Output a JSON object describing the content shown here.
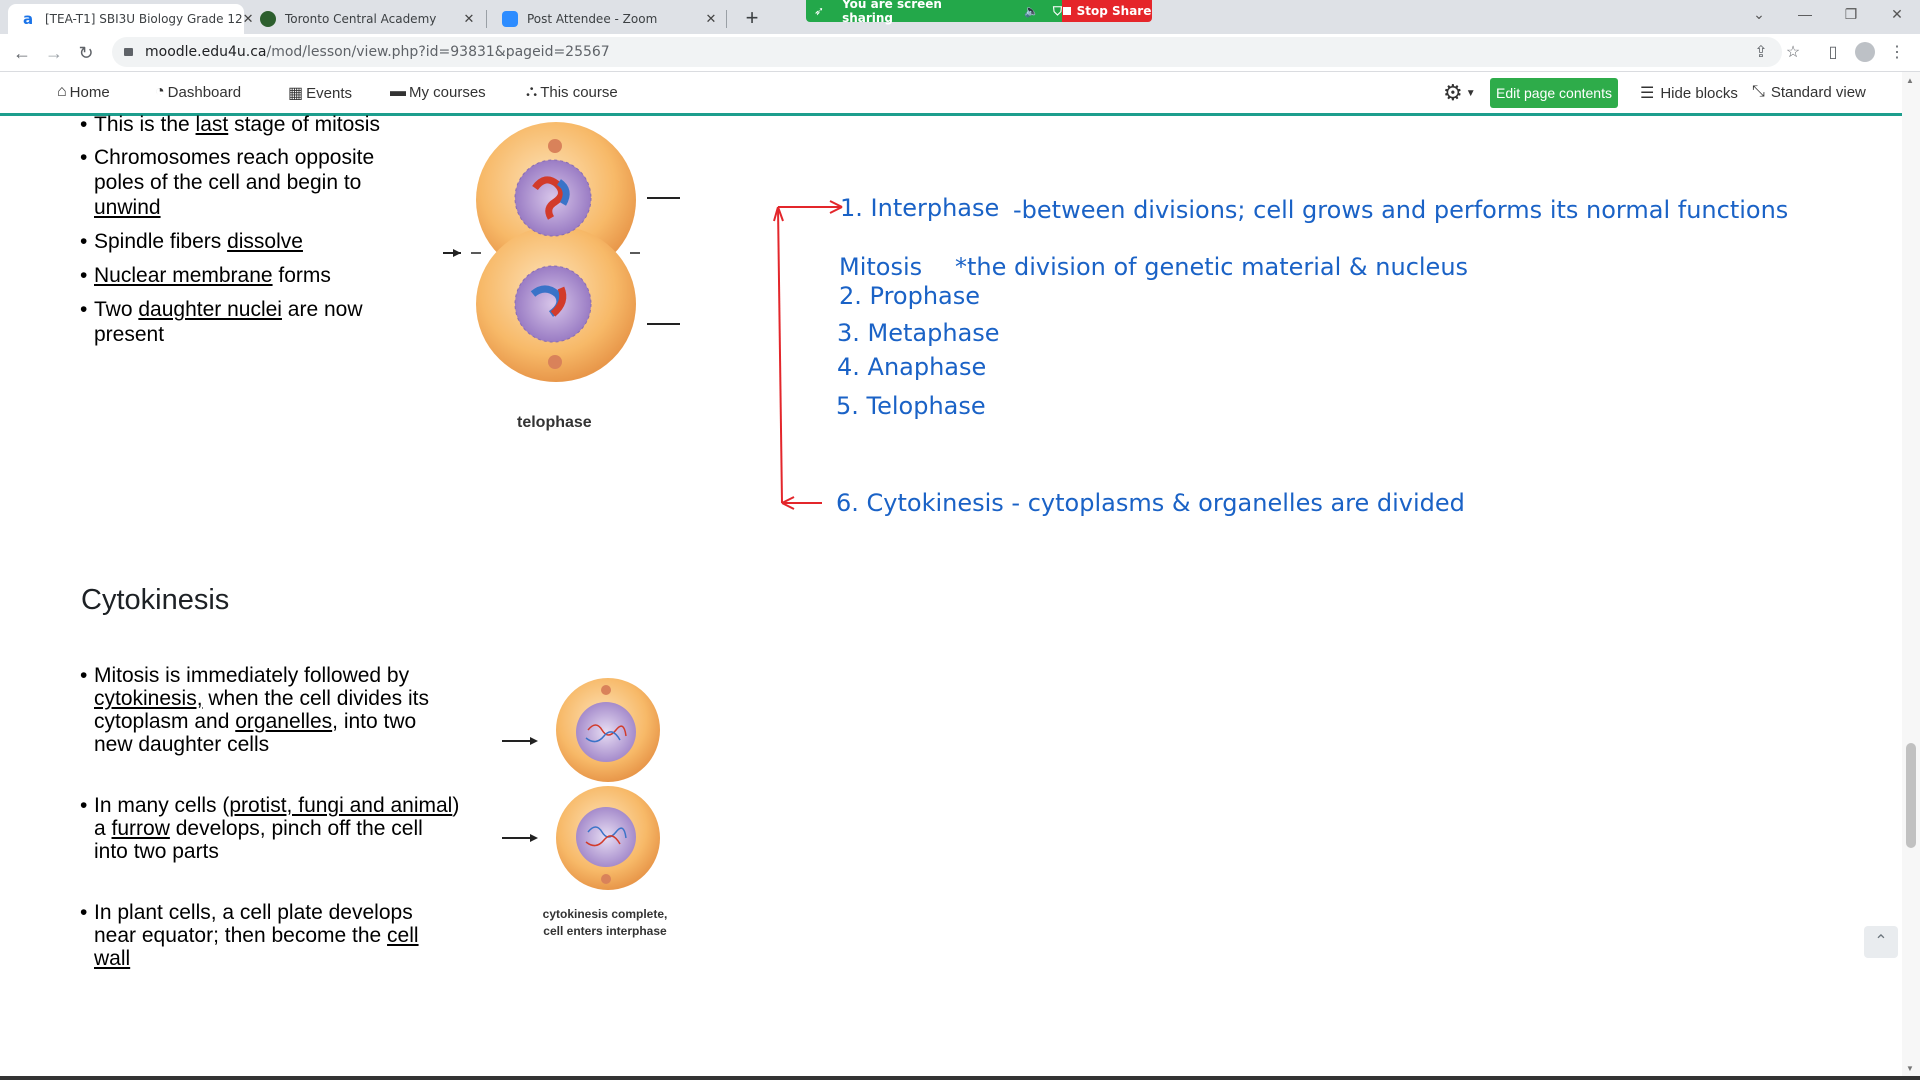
{
  "browser": {
    "tabs": [
      {
        "title": "[TEA-T1] SBI3U Biology Grade 12",
        "favicon_color": "#1a73e8"
      },
      {
        "title": "Toronto Central Academy",
        "favicon_color": "#2d5f2e"
      },
      {
        "title": "Post Attendee - Zoom",
        "favicon_color": "#2d8cff"
      }
    ],
    "url_host": "moodle.edu4u.ca",
    "url_path": "/mod/lesson/view.php?id=93831&pageid=25567",
    "screen_share_text": "You are screen sharing",
    "stop_share_label": "Stop Share"
  },
  "moodle_nav": {
    "home": "Home",
    "dashboard": "Dashboard",
    "events": "Events",
    "my_courses": "My courses",
    "this_course": "This course",
    "edit_page": "Edit page contents",
    "hide_blocks": "Hide blocks",
    "standard_view": "Standard view"
  },
  "telophase_slide": {
    "bullets": [
      {
        "pre": "This is the ",
        "u": "last",
        "post": " stage of mitosis"
      },
      {
        "pre": "Chromosomes reach opposite poles of the cell and begin to ",
        "u": "unwind",
        "post": ""
      },
      {
        "pre": "Spindle fibers ",
        "u": "dissolve",
        "post": ""
      },
      {
        "pre": "",
        "u": "Nuclear membrane",
        "post": " forms"
      },
      {
        "pre": "Two ",
        "u": "daughter nuclei",
        "post": " are now present"
      }
    ],
    "caption": "telophase"
  },
  "notes": {
    "interphase_num": "1. Interphase",
    "interphase_desc": "-between divisions; cell grows and performs its normal functions",
    "mitosis_label": "Mitosis",
    "mitosis_desc": "*the division of genetic material & nucleus",
    "prophase": "2. Prophase",
    "metaphase": "3. Metaphase",
    "anaphase": "4. Anaphase",
    "telophase": "5. Telophase",
    "cytokinesis": "6. Cytokinesis - cytoplasms & organelles are divided"
  },
  "cytokinesis_section": {
    "heading": "Cytokinesis",
    "caption_line1": "cytokinesis complete,",
    "caption_line2": "cell enters interphase"
  },
  "colors": {
    "notes_blue": "#1a62c6",
    "annotation_red": "#e3262b",
    "moodle_green": "#2eac4a",
    "nav_underline": "#1d9e8d"
  }
}
